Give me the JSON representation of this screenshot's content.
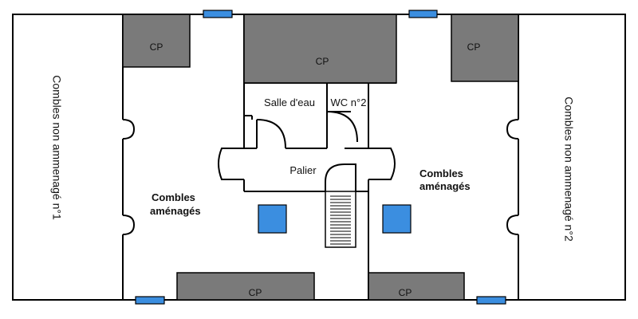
{
  "rooms": {
    "attic_left": "Combles non ammenagé n°1",
    "attic_right": "Combles non ammenagé n°2",
    "converted_left": [
      "Combles",
      "aménagés"
    ],
    "converted_right": [
      "Combles",
      "aménagés"
    ],
    "bathroom": "Salle d'eau",
    "wc": "WC n°2",
    "landing": "Palier"
  },
  "storage": {
    "label": "CP"
  },
  "colors": {
    "storage_fill": "#7a7a7a",
    "window_fill": "#3b8ee0",
    "wall": "#000000",
    "background": "#ffffff"
  }
}
